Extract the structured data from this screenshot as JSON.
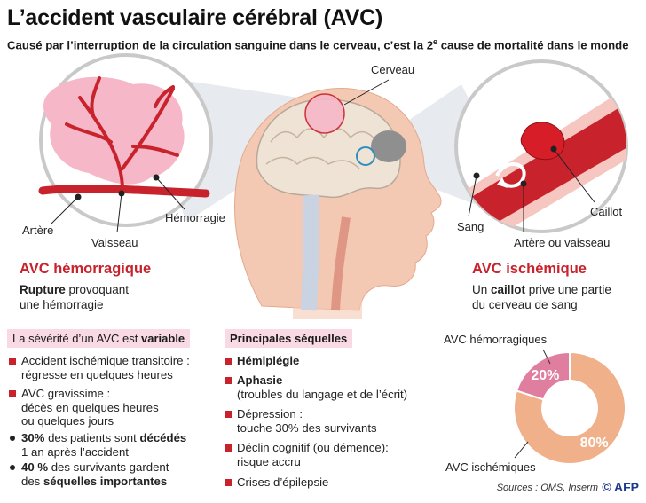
{
  "title": "L’accident vasculaire cérébral (AVC)",
  "subtitle": {
    "before": "Causé par l’interruption de la circulation sanguine dans le cerveau, c’est la 2",
    "sup": "e",
    "after": " cause de mortalité dans le monde"
  },
  "labels": {
    "cerveau": "Cerveau",
    "artere": "Artère",
    "vaisseau": "Vaisseau",
    "hemorragie": "Hémorragie",
    "sang": "Sang",
    "caillot": "Caillot",
    "artere_ou_vaisseau": "Artère ou vaisseau"
  },
  "avc_hemorragique": {
    "title": "AVC hémorragique",
    "desc_bold": "Rupture",
    "desc_rest": " provoquant",
    "desc_line2": "une hémorragie"
  },
  "avc_ischemique": {
    "title": "AVC ischémique",
    "desc_pre": "Un ",
    "desc_bold": "caillot",
    "desc_rest": " prive une partie",
    "desc_line2": "du cerveau de sang"
  },
  "severity": {
    "header_pre": "La sévérité d’un AVC est ",
    "header_bold": "variable",
    "item1_l1": "Accident ischémique transitoire :",
    "item1_l2": "régresse en quelques heures",
    "item2_l1": "AVC gravissime :",
    "item2_l2": "décès en quelques heures",
    "item2_l3": "ou quelques jours",
    "item3_b1": "30%",
    "item3_m": " des patients sont ",
    "item3_b2": "décédés",
    "item3_l2": "1 an après l’accident",
    "item4_b1": "40 %",
    "item4_m": " des survivants gardent",
    "item4_l2_pre": "des ",
    "item4_l2_bold": "séquelles importantes"
  },
  "sequelles": {
    "header": "Principales séquelles",
    "item1": "Hémiplégie",
    "item2_l1": "Aphasie",
    "item2_l2": "(troubles du langage et de l’écrit)",
    "item3_l1": "Dépression :",
    "item3_l2": "touche 30% des survivants",
    "item4_l1": "Déclin cognitif (ou démence):",
    "item4_l2": "risque accru",
    "item5": "Crises d’épilepsie"
  },
  "chart_data": {
    "type": "pie",
    "categories": [
      "AVC hémorragiques",
      "AVC ischémiques"
    ],
    "values": [
      20,
      80
    ],
    "value_labels": [
      "20%",
      "80%"
    ],
    "colors": [
      "#e07ea0",
      "#f0b08a"
    ]
  },
  "sources": "Sources : OMS, Inserm",
  "logo": "© AFP",
  "colors": {
    "accent": "#c8232c",
    "pink": "#f9d9e3",
    "vessel": "#c8232c"
  }
}
